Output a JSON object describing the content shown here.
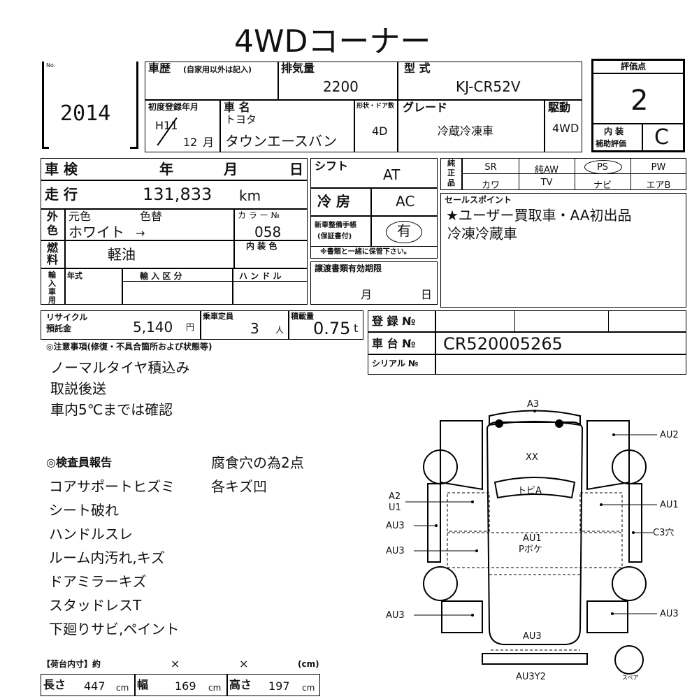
{
  "title": "4WDコーナー",
  "lot": {
    "no_label": "No.",
    "number": "2014"
  },
  "history": {
    "label": "車歴",
    "note": "(自家用以外は記入)"
  },
  "displacement": {
    "label": "排気量",
    "value": "2200"
  },
  "model": {
    "label": "型 式",
    "value": "KJ-CR52V"
  },
  "score": {
    "label": "評価点",
    "value": "2"
  },
  "first_reg": {
    "label": "初度登録年月",
    "era": "H11",
    "month": "12",
    "month_unit": "月"
  },
  "car_name": {
    "label": "車 名",
    "maker": "トヨタ",
    "name": "タウンエースバン"
  },
  "doors": {
    "label": "形状・ドア数",
    "value": "4D"
  },
  "grade": {
    "label": "グレード",
    "value": "冷蔵冷凍車"
  },
  "drive": {
    "label": "駆動",
    "value": "4WD"
  },
  "interior": {
    "label1": "内 装",
    "label2": "補助評価",
    "value": "C"
  },
  "inspection": {
    "label": "車 検",
    "year": "年",
    "month": "月",
    "day": "日"
  },
  "mileage": {
    "label": "走 行",
    "value": "131,833",
    "unit": "km"
  },
  "shift": {
    "label": "シフト",
    "value": "AT"
  },
  "ac": {
    "label": "冷 房",
    "value": "AC"
  },
  "color": {
    "side1": "外",
    "side2": "色",
    "original_label": "元色",
    "change_label": "色替",
    "original": "ホワイト",
    "arrow": "→",
    "code_label": "カ ラ ー №",
    "code": "058"
  },
  "fuel": {
    "side1": "燃",
    "side2": "料",
    "value": "軽油",
    "int_color_label": "内 装 色"
  },
  "manual": {
    "label1": "新車整備手帳",
    "label2": "(保証書付)",
    "value": "有",
    "note": "※書類と一緒に保管下さい。"
  },
  "import": {
    "side": [
      "輸",
      "入",
      "車",
      "用"
    ],
    "year_label": "年式",
    "category_label": "輸 入 区 分",
    "handle_label": "ハ ン ド ル"
  },
  "transfer": {
    "label": "譲渡書類有効期限",
    "month": "月",
    "day": "日"
  },
  "options": {
    "side1": "純",
    "side2": "正",
    "side3": "品",
    "row1": [
      "SR",
      "純AW",
      "PS",
      "PW"
    ],
    "row2": [
      "カワ",
      "TV",
      "ナビ",
      "エアB"
    ]
  },
  "selling_points": {
    "label": "セールスポイント",
    "lines": [
      "★ユーザー買取車・AA初出品",
      "冷凍冷蔵車"
    ]
  },
  "recycle": {
    "label1": "リサイクル",
    "label2": "預託金",
    "value": "5,140",
    "unit": "円"
  },
  "capacity": {
    "label": "乗車定員",
    "value": "3",
    "unit": "人"
  },
  "load": {
    "label": "積載量",
    "value": "0.75",
    "unit": "t"
  },
  "reg": {
    "label": "登 録 №",
    "chassis_label": "車 台 №",
    "chassis": "CR520005265",
    "serial_label": "シリアル №"
  },
  "notes": {
    "header": "◎注意事項(修復・不具合箇所および状態等)",
    "lines": [
      "ノーマルタイヤ積込み",
      "取説後送",
      "車内5℃までは確認"
    ]
  },
  "inspector": {
    "header": "◎検査員報告",
    "left": [
      "コアサポートヒズミ",
      "シート破れ",
      "ハンドルスレ",
      "ルーム内汚れ,キズ",
      "ドアミラーキズ",
      "スタッドレスT",
      "下廻りサビ,ペイント"
    ],
    "right": [
      "腐食穴の為2点",
      "各キズ凹"
    ]
  },
  "cargo": {
    "header": "【荷台内寸】約",
    "times": "×",
    "unit_label": "(cm)",
    "length_label": "長さ",
    "length": "447",
    "width_label": "幅",
    "width": "169",
    "height_label": "高さ",
    "height": "197",
    "unit": "cm"
  },
  "diagram": {
    "front": "A3",
    "right_front": "AU2",
    "windshield": "XX",
    "roof": "トビA",
    "left_mid": "A2",
    "left_mid2": "U1",
    "right_mid": "AU1",
    "left_lower": "AU3",
    "right_lower": "C3穴",
    "left_door": "AU3",
    "center1": "AU1",
    "center2": "Pボケ",
    "left_rear": "AU3",
    "right_rear": "AU3",
    "rear": "AU3",
    "bumper": "AU3Y2",
    "spare": "スペア"
  }
}
